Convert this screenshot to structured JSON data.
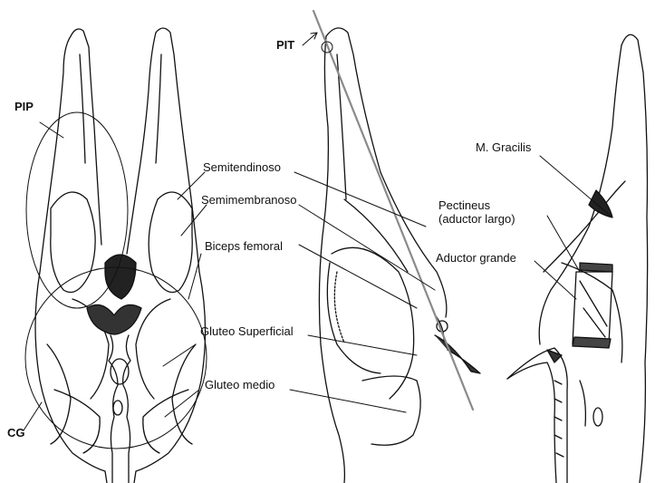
{
  "labels": {
    "pip": "PIP",
    "pit": "PIT",
    "cg": "CG",
    "semitendinoso": "Semitendinoso",
    "semimembranoso": "Semimembranoso",
    "biceps_femoral": "Biceps femoral",
    "gluteo_superficial": "Gluteo Superficial",
    "gluteo_medio": "Gluteo medio",
    "m_gracilis": "M. Gracilis",
    "pectineus": "Pectineus\n(aductor largo)",
    "aductor_grande": "Aductor grande"
  },
  "colors": {
    "ink": "#111111",
    "axis_line": "#8a8a8a",
    "paper": "#ffffff"
  }
}
